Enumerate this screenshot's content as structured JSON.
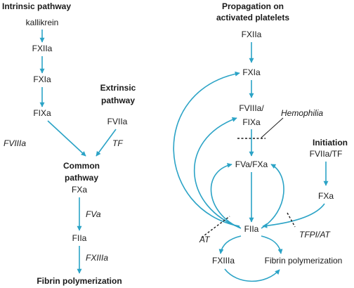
{
  "colors": {
    "arrow": "#2ba3c6",
    "text": "#1a1a1a",
    "background": "#ffffff"
  },
  "left": {
    "intrinsic_title": "Intrinsic pathway",
    "kallikrein": "kallikrein",
    "fxiia": "FXIIa",
    "fxia": "FXIa",
    "fixa": "FIXa",
    "extrinsic_title_1": "Extrinsic",
    "extrinsic_title_2": "pathway",
    "fviia": "FVIIa",
    "fviiia": "FVIIIa",
    "tf": "TF",
    "common_1": "Common",
    "common_2": "pathway",
    "fxa": "FXa",
    "fva": "FVa",
    "fiia": "FIIa",
    "fxiiia": "FXIIIa",
    "fibrin": "Fibrin polymerization"
  },
  "right": {
    "prop_title_1": "Propagation on",
    "prop_title_2": "activated platelets",
    "fxiia": "FXIIa",
    "fxia": "FXIa",
    "fviiia_1": "FVIIIa/",
    "fviiia_2": "FIXa",
    "hemophilia": "Hemophilia",
    "initiation": "Initiation",
    "fviia_tf": "FVIIa/TF",
    "fva_fxa": "FVa/FXa",
    "fxa": "FXa",
    "fiia": "FIIa",
    "at": "AT",
    "tfpi_at": "TFPI/AT",
    "fxiiia": "FXIIIa",
    "fibrin": "Fibrin polymerization"
  }
}
